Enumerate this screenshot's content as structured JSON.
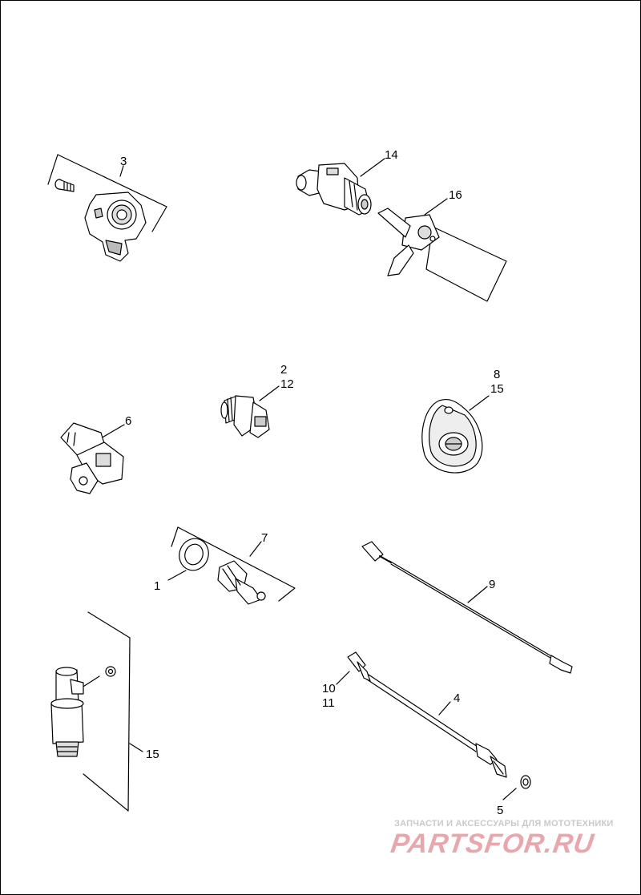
{
  "callouts": {
    "c3": "3",
    "c14": "14",
    "c16": "16",
    "c2": "2",
    "c12": "12",
    "c6": "6",
    "c8": "8",
    "c15a": "15",
    "c7": "7",
    "c1": "1",
    "c9": "9",
    "c10": "10",
    "c11": "11",
    "c4": "4",
    "c15b": "15",
    "c5": "5"
  },
  "watermark": {
    "caption": "ЗАПЧАСТИ И АКСЕССУАРЫ ДЛЯ МОТОТЕХНИКИ",
    "logo": "PARTSFOR.RU"
  },
  "colors": {
    "line": "#000000",
    "fill": "#ffffff",
    "shade": "#c8c8c8",
    "watermark_caption": "#c9c9c9",
    "watermark_logo": "#e8a7ac"
  }
}
